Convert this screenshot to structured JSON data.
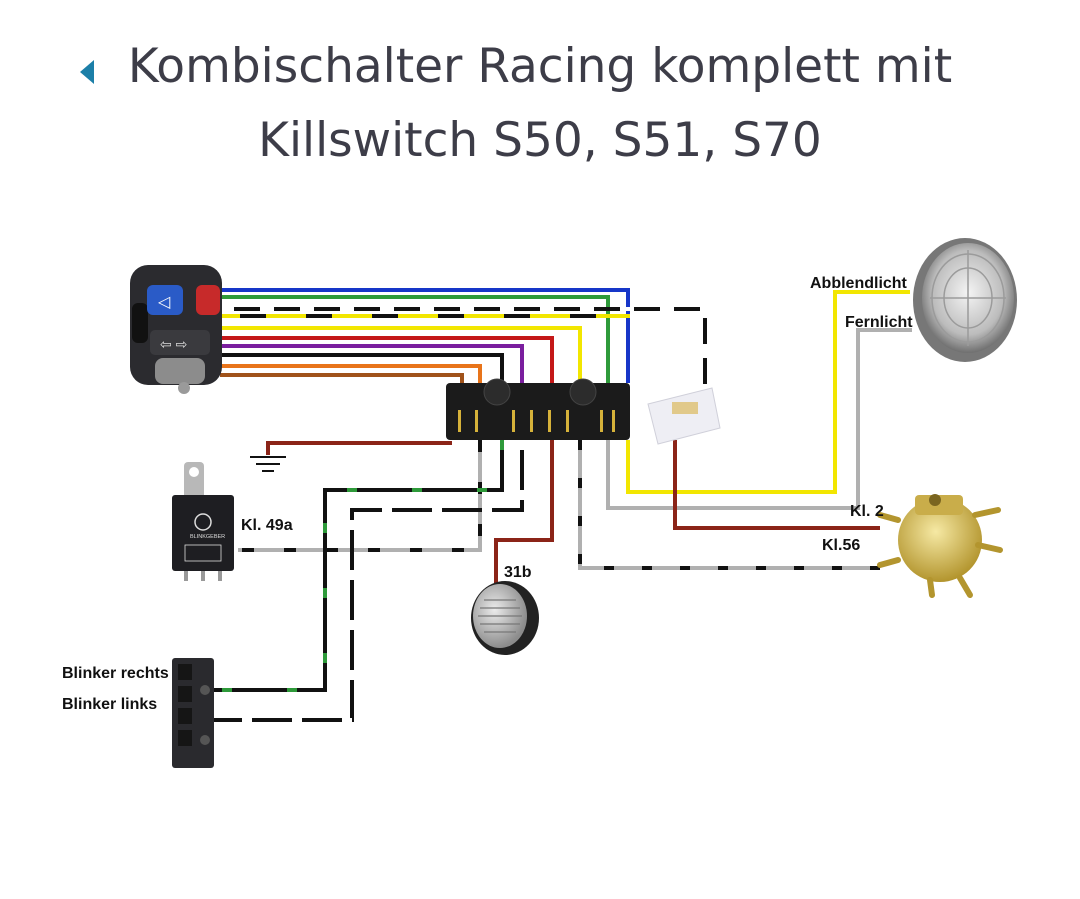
{
  "header": {
    "back_icon": "back-arrow-icon",
    "title": "Kombischalter Racing komplett mit Killswitch S50, S51, S70"
  },
  "diagram": {
    "labels": {
      "abblendlicht": "Abblendlicht",
      "fernlicht": "Fernlicht",
      "kl2": "Kl. 2",
      "kl56": "Kl.56",
      "kl49a": "Kl. 49a",
      "b31b": "31b",
      "blinker_rechts": "Blinker rechts",
      "blinker_links": "Blinker links"
    },
    "components": {
      "handlebar_switch": "handlebar-switch-icon",
      "connector": "connector-block-icon",
      "headlight": "headlight-icon",
      "relay": "flasher-relay-icon",
      "horn": "horn-icon",
      "ignition": "ignition-switch-icon",
      "terminal": "terminal-block-icon",
      "ground": "ground-symbol-icon"
    },
    "relay_text": "BLINKGEBER",
    "colors": {
      "blue": "#1736c8",
      "green": "#2e9a3a",
      "yellow": "#f2e600",
      "red": "#c41818",
      "purple": "#7a1e9e",
      "orange": "#e8741a",
      "brown": "#8b2418",
      "grey": "#b0b0b0",
      "black": "#111111"
    }
  }
}
